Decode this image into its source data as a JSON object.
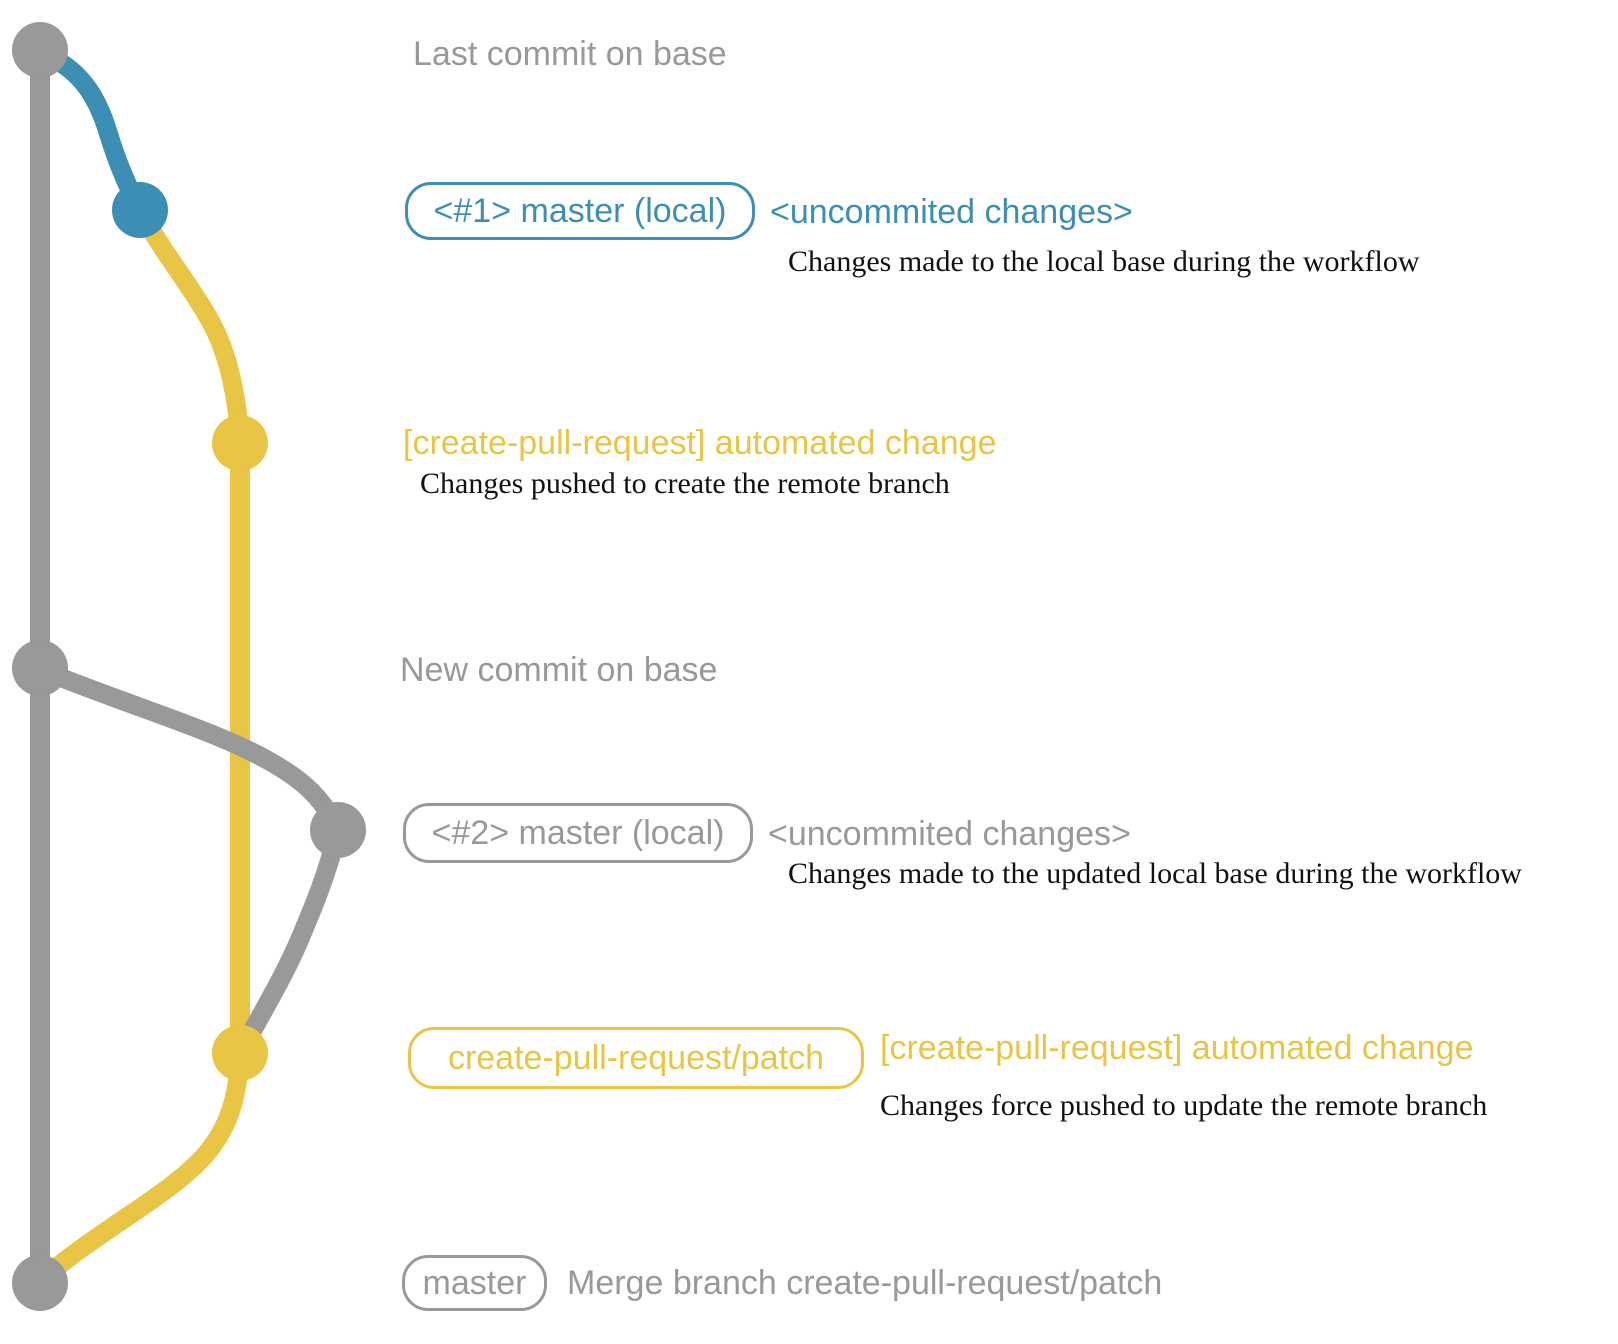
{
  "colors": {
    "gray": "#999999",
    "blue": "#3D8EB4",
    "yellow": "#E9C545",
    "text_dark": "#111111",
    "background": "#FFFFFF"
  },
  "graph": {
    "nodes": [
      {
        "id": "last-commit-on-base",
        "color": "gray"
      },
      {
        "id": "local-commit-1",
        "color": "blue"
      },
      {
        "id": "remote-commit-1",
        "color": "yellow"
      },
      {
        "id": "new-commit-on-base",
        "color": "gray"
      },
      {
        "id": "local-commit-2",
        "color": "gray"
      },
      {
        "id": "remote-commit-2",
        "color": "yellow"
      },
      {
        "id": "merge-commit",
        "color": "gray"
      }
    ]
  },
  "rows": [
    {
      "heading": "Last commit on base"
    },
    {
      "branch_label": "<#1> master (local)",
      "commit_message": "<uncommited changes>",
      "description": "Changes made to the local base during the workflow"
    },
    {
      "commit_message": "[create-pull-request] automated change",
      "description": "Changes pushed to create the remote branch"
    },
    {
      "heading": "New commit on base"
    },
    {
      "branch_label": "<#2> master (local)",
      "commit_message": "<uncommited changes>",
      "description": "Changes made to the updated local base during the workflow"
    },
    {
      "branch_label": "create-pull-request/patch",
      "commit_message": "[create-pull-request] automated change",
      "description": "Changes force pushed to update the remote branch"
    },
    {
      "branch_label": "master",
      "commit_message": "Merge branch create-pull-request/patch"
    }
  ]
}
